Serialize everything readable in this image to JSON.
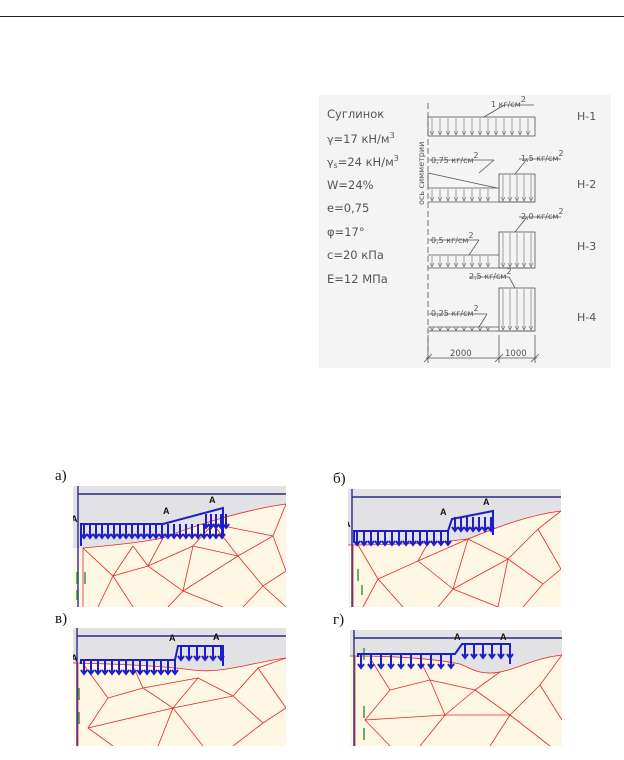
{
  "soil": {
    "name": "Суглинок",
    "gamma": {
      "sym": "γ",
      "text": "=17 кН/м",
      "sup": "3"
    },
    "gamma_s": {
      "sym": "γ",
      "sub": "s",
      "text": "=24 кН/м",
      "sup": "3"
    },
    "w": "W=24%",
    "e": "e=0,75",
    "phi": "φ=17°",
    "c": "c=20 кПа",
    "E": "E=12 МПа"
  },
  "axis_label": "ось симметрии",
  "loads": [
    {
      "name": "Н-1",
      "labels": [
        {
          "text": "1 кг/см",
          "sup": "2"
        }
      ]
    },
    {
      "name": "Н-2",
      "labels": [
        {
          "text": "0,75 кг/см",
          "sup": "2"
        },
        {
          "text": "1,5 кг/см",
          "sup": "2"
        }
      ]
    },
    {
      "name": "Н-3",
      "labels": [
        {
          "text": "0,5 кг/см",
          "sup": "2"
        },
        {
          "text": "2,0 кг/см",
          "sup": "2"
        }
      ]
    },
    {
      "name": "Н-4",
      "labels": [
        {
          "text": "2,5 кг/см",
          "sup": "2"
        },
        {
          "text": "0,25 кг/см",
          "sup": "2"
        }
      ]
    }
  ],
  "dimensions": [
    "2000",
    "1000"
  ],
  "panels": [
    {
      "label": "а)",
      "marker": "A"
    },
    {
      "label": "б)",
      "marker": "A"
    },
    {
      "label": "в)",
      "marker": "A"
    },
    {
      "label": "г)",
      "marker": "A"
    }
  ],
  "colors": {
    "mesh": "#e8262a",
    "load": "#1e1ec8",
    "frame": "#2a2a8a",
    "panel_bg": "#fdf7e4",
    "sky": "#e2e2e4",
    "support": "#2f8f2f"
  }
}
